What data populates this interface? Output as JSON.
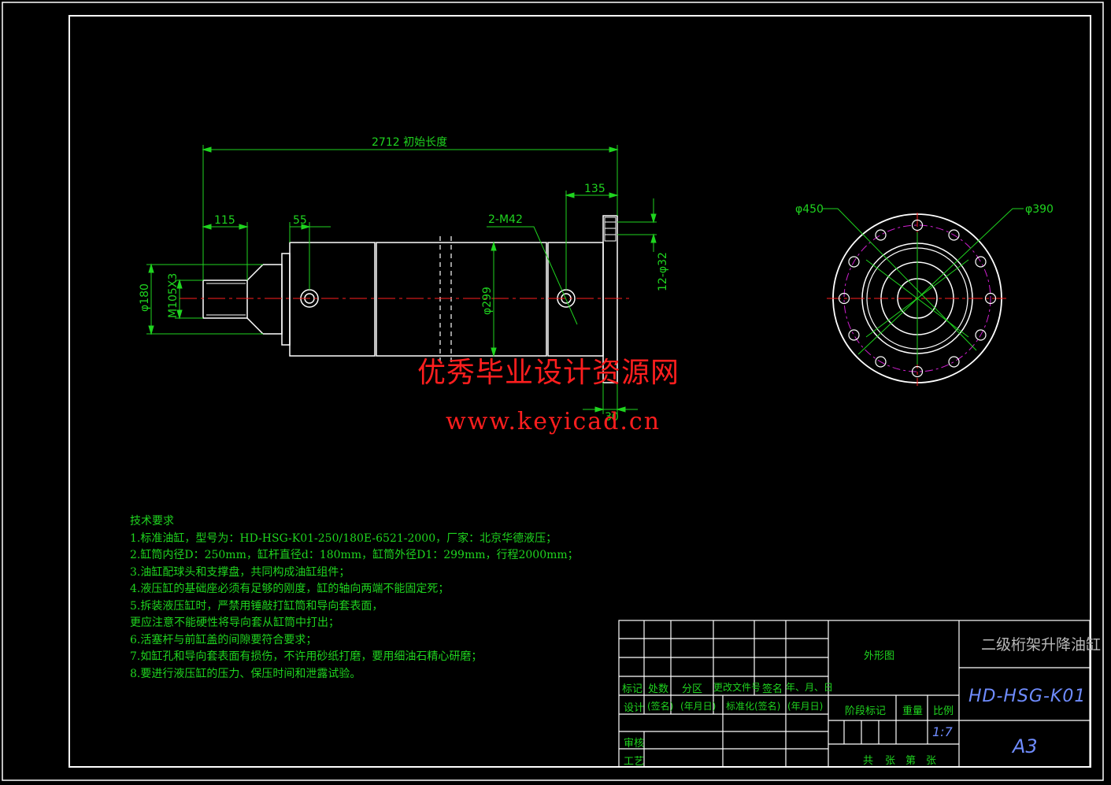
{
  "dimensions": {
    "overall_length": "2712 初始长度",
    "d135": "135",
    "d115": "115",
    "d55": "55",
    "bolts": "2-M42",
    "d180": "φ180",
    "thread": "M105X3",
    "d299": "φ299",
    "holes": "12-φ32",
    "d30": "30",
    "d450": "φ450",
    "d390": "φ390"
  },
  "watermark": {
    "chinese": "优秀毕业设计资源网",
    "url": "www.keyicad.cn"
  },
  "technical_requirements": {
    "title": "技术要求",
    "lines": [
      "1.标准油缸，型号为：HD-HSG-K01-250/180E-6521-2000，厂家：北京华德液压；",
      "2.缸筒内径D：250mm，缸杆直径d：180mm，缸筒外径D1：299mm，行程2000mm；",
      "3.油缸配球头和支撑盘，共同构成油缸组件；",
      "4.液压缸的基础座必须有足够的刚度，缸的轴向两端不能固定死；",
      "5.拆装液压缸时，严禁用锤敲打缸筒和导向套表面，",
      "更应注意不能硬性将导向套从缸筒中打出；",
      "6.活塞杆与前缸盖的间隙要符合要求；",
      "7.如缸孔和导向套表面有损伤，不许用砂纸打磨，要用细油石精心研磨；",
      "8.要进行液压缸的压力、保压时间和泄露试验。"
    ]
  },
  "title_block": {
    "row_header": [
      "标记",
      "处数",
      "分区",
      "更改文件号",
      "签名",
      "年、月、日"
    ],
    "design_row": [
      "设计",
      "(签名)",
      "(年月日)",
      "标准化",
      "(签名)",
      "(年月日)"
    ],
    "review": "审核",
    "process": "工艺",
    "view_name": "外形图",
    "stage_mark": "阶段标记",
    "weight": "重量",
    "scale_label": "比例",
    "scale_value": "1:7",
    "sheet_info": [
      "共",
      "张",
      "第",
      "张"
    ],
    "drawing_title": "二级桁架升降油缸",
    "drawing_number": "HD-HSG-K01",
    "paper_size": "A3"
  },
  "colors": {
    "background": "#000000",
    "outline": "#ffffff",
    "dimension": "#1fd41f",
    "centerline": "#ff2020",
    "pitch_circle": "#d020d0",
    "watermark": "#ff1e1e",
    "title_text": "#6f8cff"
  }
}
